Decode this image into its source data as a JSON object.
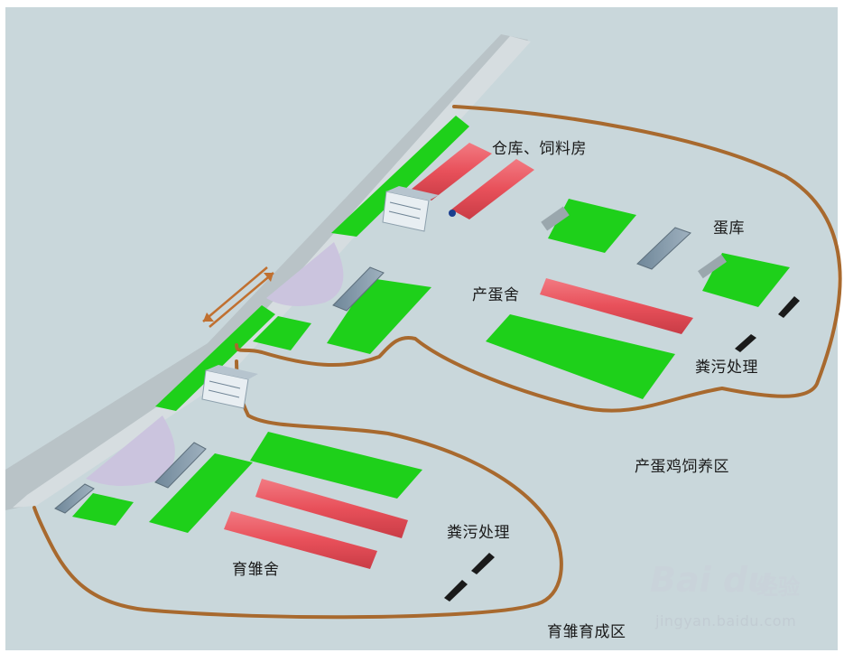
{
  "labels": {
    "warehouse_feed": "仓库、饲料房",
    "egg_store": "蛋库",
    "laying_house": "产蛋舍",
    "manure_upper": "粪污处理",
    "laying_zone": "产蛋鸡饲养区",
    "manure_lower": "粪污处理",
    "brooding_house": "育雏舍",
    "rearing_zone": "育雏育成区"
  },
  "watermark": {
    "brand": "Bai du",
    "brand_cn": "经验",
    "url": "jingyan.baidu.com"
  },
  "colors": {
    "ground": "#c9d7db",
    "green": "#1ed01a",
    "red": "#e8505a",
    "road": "#b8c2c6",
    "boundary": "#a8692e",
    "plaza": "#c8c2dc"
  }
}
